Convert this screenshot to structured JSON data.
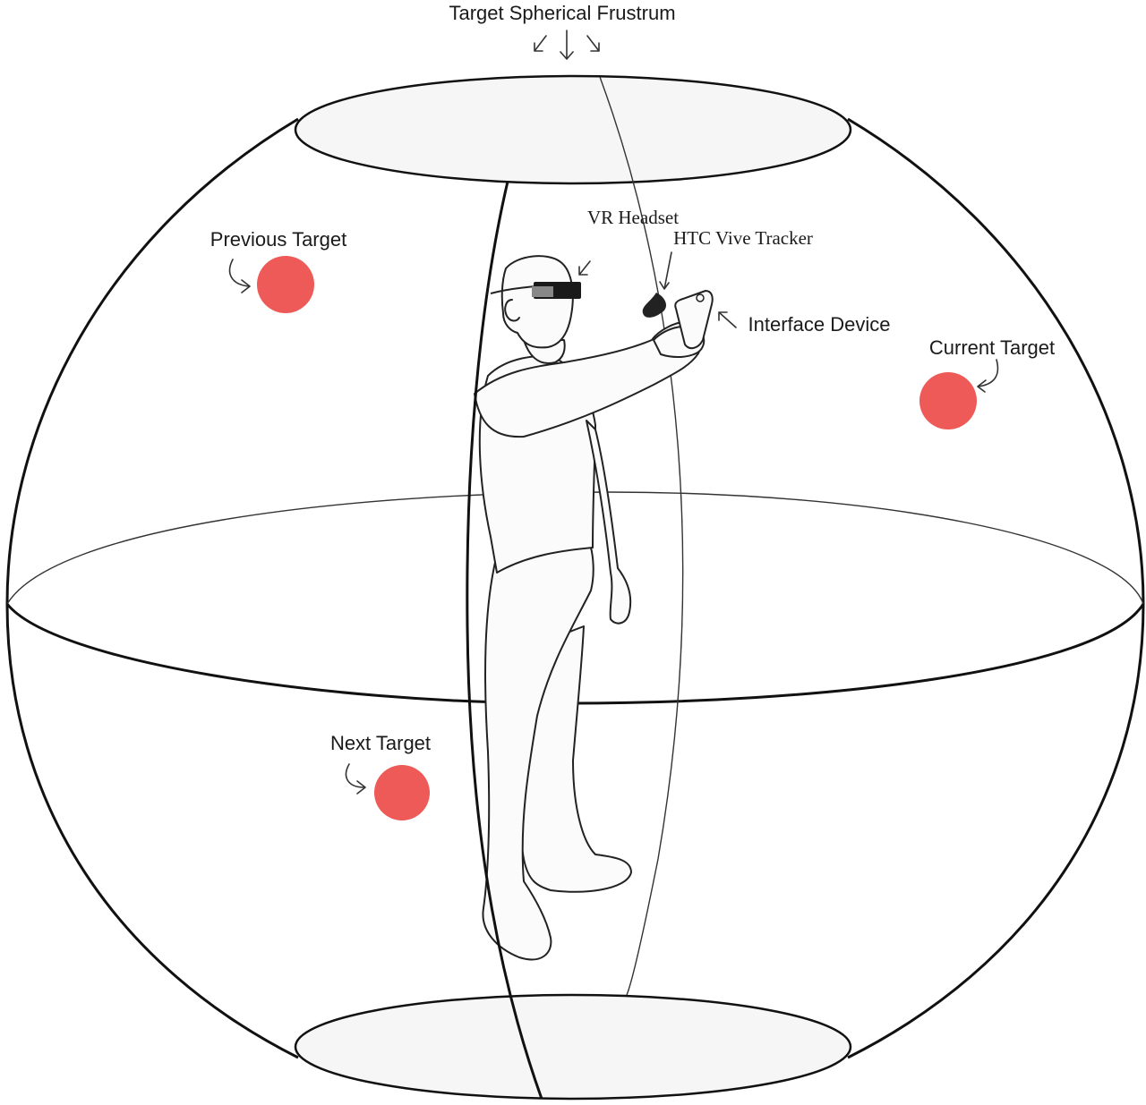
{
  "labels": {
    "frustum": "Target Spherical Frustrum",
    "vr_headset": "VR Headset",
    "tracker": "HTC Vive Tracker",
    "interface_device": "Interface Device",
    "current_target": "Current Target",
    "previous_target": "Previous Target",
    "next_target": "Next Target"
  },
  "colors": {
    "target": "#ee5a58",
    "outline": "#111111",
    "cap_fill": "#f6f6f6",
    "headset": "#1a1a1a"
  }
}
